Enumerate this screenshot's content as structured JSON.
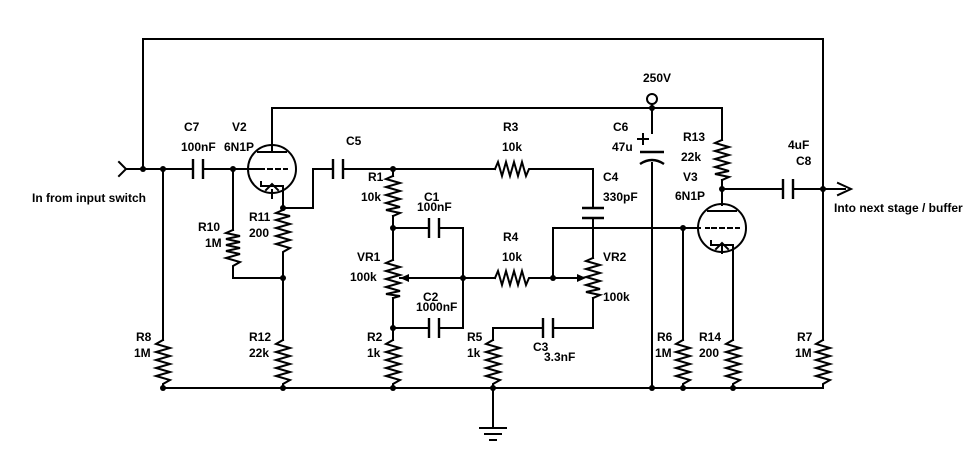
{
  "io": {
    "input_label": "In from input switch",
    "output_label": "Into next stage / buffer",
    "supply_label": "250V"
  },
  "components": {
    "C7": {
      "ref": "C7",
      "value": "100nF"
    },
    "V2": {
      "ref": "V2",
      "value": "6N1P"
    },
    "C5": {
      "ref": "C5",
      "value": ""
    },
    "R3": {
      "ref": "R3",
      "value": "10k"
    },
    "C6": {
      "ref": "C6",
      "value": "47u"
    },
    "R13": {
      "ref": "R13",
      "value": "22k"
    },
    "C8": {
      "ref": "C8",
      "value": "4uF"
    },
    "V3": {
      "ref": "V3",
      "value": "6N1P"
    },
    "R1": {
      "ref": "R1",
      "value": "10k"
    },
    "C1": {
      "ref": "C1",
      "value": "100nF"
    },
    "C4": {
      "ref": "C4",
      "value": "330pF"
    },
    "R10": {
      "ref": "R10",
      "value": "1M"
    },
    "R11": {
      "ref": "R11",
      "value": "200"
    },
    "R4": {
      "ref": "R4",
      "value": "10k"
    },
    "VR1": {
      "ref": "VR1",
      "value": "100k"
    },
    "VR2": {
      "ref": "VR2",
      "value": "100k"
    },
    "C2": {
      "ref": "C2",
      "value": "1000nF"
    },
    "R8": {
      "ref": "R8",
      "value": "1M"
    },
    "R12": {
      "ref": "R12",
      "value": "22k"
    },
    "R2": {
      "ref": "R2",
      "value": "1k"
    },
    "R5": {
      "ref": "R5",
      "value": "1k"
    },
    "C3": {
      "ref": "C3",
      "value": "3.3nF"
    },
    "R6": {
      "ref": "R6",
      "value": "1M"
    },
    "R14": {
      "ref": "R14",
      "value": "200"
    },
    "R7": {
      "ref": "R7",
      "value": "1M"
    }
  }
}
